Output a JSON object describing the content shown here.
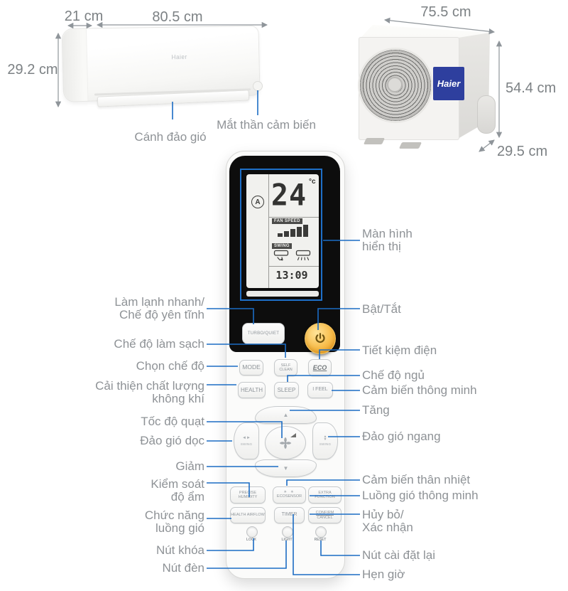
{
  "colors": {
    "callout_line": "#1b6cc4",
    "dimension_gray": "#8f959a",
    "label_text": "#8e9296",
    "haier_blue": "#2e3f9e",
    "power_button_gold": "#f5b63e",
    "lcd_segment": "#333331"
  },
  "indoor_unit": {
    "brand": "Haier",
    "dims": {
      "depth": "21 cm",
      "width": "80.5 cm",
      "height": "29.2 cm"
    },
    "callouts": {
      "swing_blade": "Cánh đảo gió",
      "sensor": "Mắt thần cảm biến"
    }
  },
  "outdoor_unit": {
    "brand": "Haier",
    "dims": {
      "width": "75.5 cm",
      "height": "54.4 cm",
      "depth": "29.5 cm"
    }
  },
  "remote": {
    "display": {
      "auto_mode": "A",
      "temperature": "24",
      "temp_unit": "°c",
      "fan_speed_label": "FAN SPEED",
      "fan_speed_level": 5,
      "swing_label": "SWING",
      "time": "13:09"
    },
    "buttons": {
      "turbo_quiet": "TURBO/QUIET",
      "mode": "MODE",
      "self_clean": "SELF CLEAN",
      "eco": "ECO",
      "health": "HEALTH",
      "sleep": "SLEEP",
      "i_feel": "I FEEL",
      "swing_left": "SWING",
      "swing_right": "SWING",
      "precise_humidity": "PRECISE HUMIDITY",
      "ecosensor": "ECOSENSOR",
      "extra_function": "EXTRA FUNCTION",
      "health_airflow": "HEALTH AIRFLOW",
      "timer": "TIMER",
      "confirm": "CONFIRM",
      "cancel": "CANCEL",
      "lock": "LOCK",
      "light": "LIGHT",
      "reset": "RESET"
    }
  },
  "icons": {
    "up_arrow_icon": "▲",
    "down_arrow_icon": "▼",
    "swing_horizontal_arrows_icon": "◄►",
    "ecosensor_icon": "✳ ✳"
  },
  "annotations": {
    "left": [
      {
        "l1": "Làm lạnh nhanh/",
        "l2": "Chế độ yên tĩnh"
      },
      {
        "l1": "Chế độ làm sạch"
      },
      {
        "l1": "Chọn chế độ"
      },
      {
        "l1": "Cải thiện chất lượng",
        "l2": "không khí"
      },
      {
        "l1": "Tốc độ quạt"
      },
      {
        "l1": "Đảo gió dọc"
      },
      {
        "l1": "Giảm"
      },
      {
        "l1": "Kiểm soát",
        "l2": "độ ẩm"
      },
      {
        "l1": "Chức năng",
        "l2": "luồng gió"
      },
      {
        "l1": "Nút khóa"
      },
      {
        "l1": "Nút đèn"
      }
    ],
    "right": [
      {
        "l1": "Màn hình",
        "l2": "hiển thị"
      },
      {
        "l1": "Bật/Tắt"
      },
      {
        "l1": "Tiết kiệm điện"
      },
      {
        "l1": "Chế độ ngủ"
      },
      {
        "l1": "Cảm biến thông minh"
      },
      {
        "l1": "Tăng"
      },
      {
        "l1": "Đảo gió ngang"
      },
      {
        "l1": "Cảm biến thân nhiệt"
      },
      {
        "l1": "Luồng gió thông minh"
      },
      {
        "l1": "Hủy bỏ/",
        "l2": "Xác nhận"
      },
      {
        "l1": "Nút cài đặt lại"
      },
      {
        "l1": "Hẹn giờ"
      }
    ]
  }
}
